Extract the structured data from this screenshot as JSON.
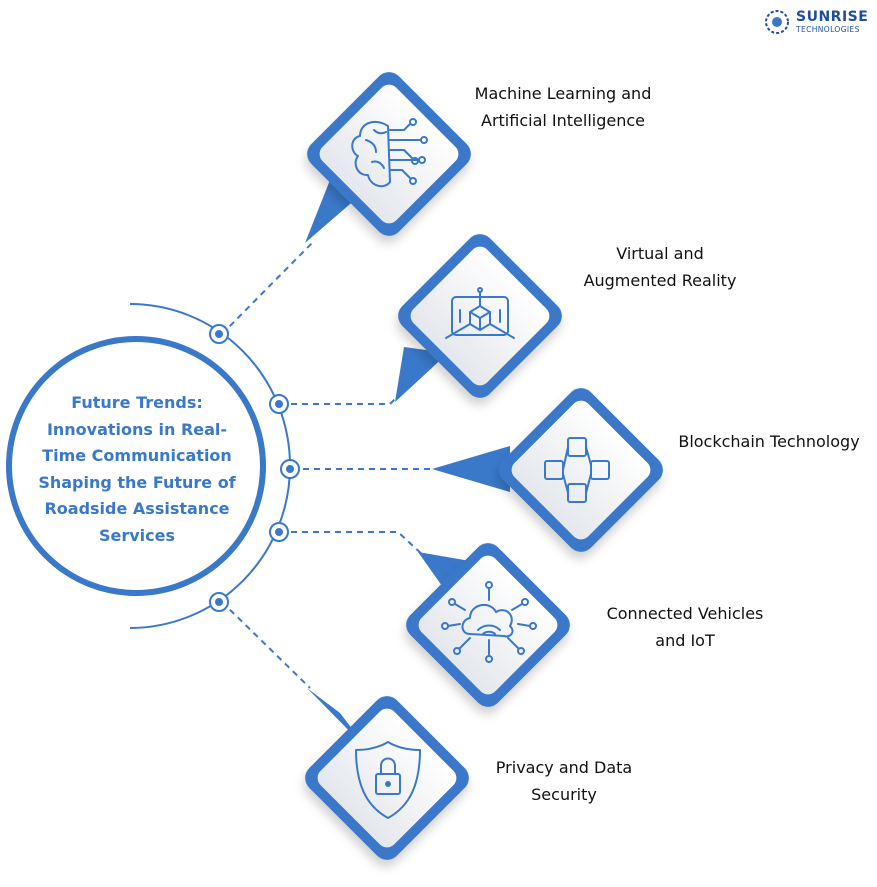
{
  "logo": {
    "name": "SUNRISE",
    "sub": "TECHNOLOGIES"
  },
  "center": {
    "lines": [
      "Future Trends:",
      "Innovations in Real-",
      "Time Communication",
      "Shaping the Future of",
      "Roadside Assistance",
      "Services"
    ]
  },
  "colors": {
    "primary": "#3a78c9",
    "line": "#3a78c9",
    "text": "#111111",
    "node_fill": "#eceef2"
  },
  "items": [
    {
      "lines": [
        "Machine Learning and",
        "Artificial Intelligence"
      ],
      "icon": "brain-circuit-icon"
    },
    {
      "lines": [
        "Virtual and",
        "Augmented Reality"
      ],
      "icon": "ar-cube-icon"
    },
    {
      "lines": [
        "Blockchain Technology"
      ],
      "icon": "blockchain-icon"
    },
    {
      "lines": [
        "Connected Vehicles",
        "and IoT"
      ],
      "icon": "cloud-iot-icon"
    },
    {
      "lines": [
        "Privacy and Data",
        "Security"
      ],
      "icon": "shield-lock-icon"
    }
  ]
}
